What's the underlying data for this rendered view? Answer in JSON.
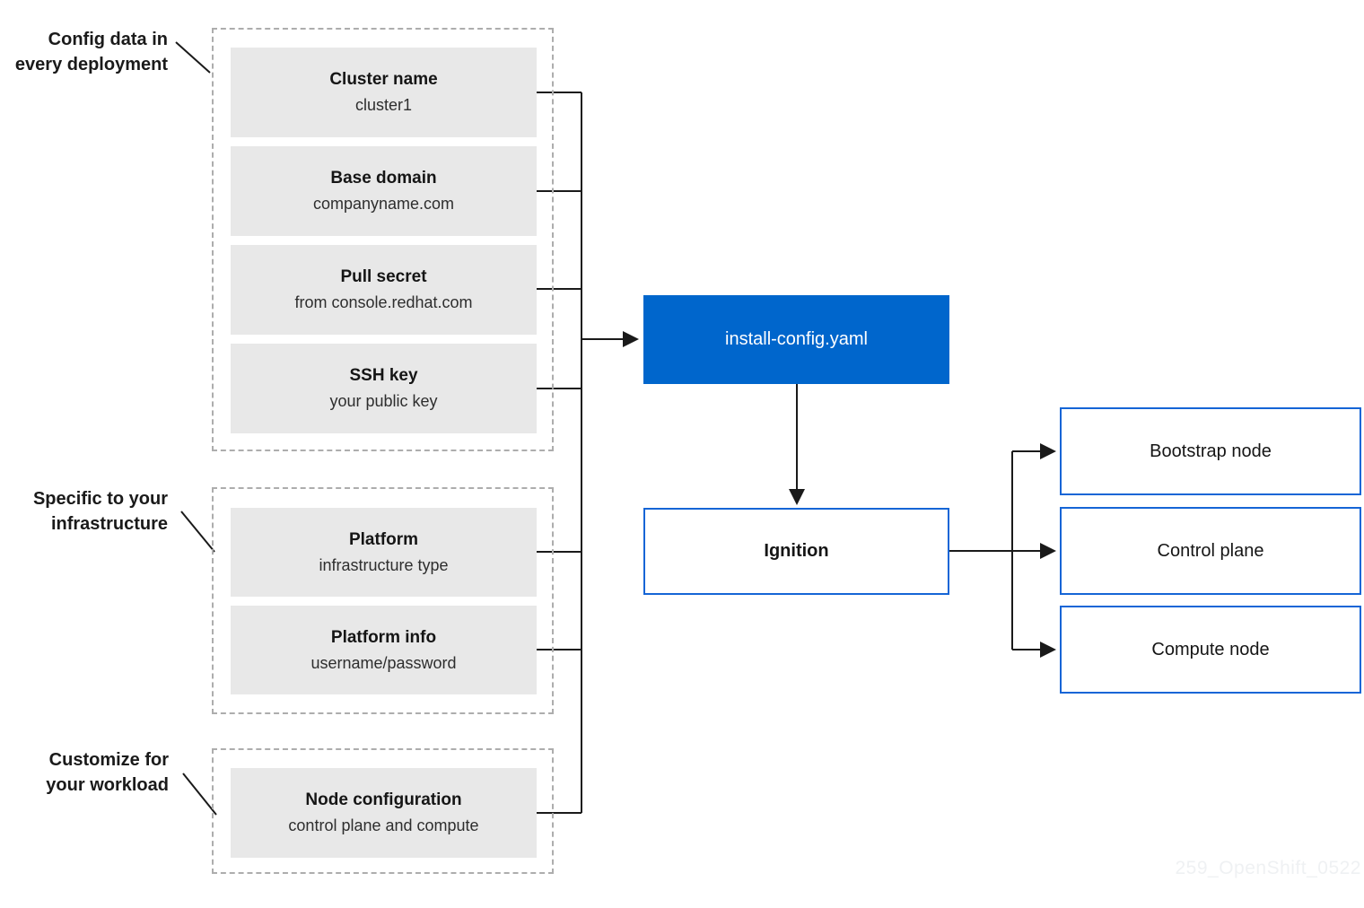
{
  "groups": [
    {
      "label": "Config data in\nevery deployment",
      "boxes": [
        {
          "title": "Cluster name",
          "subtitle": "cluster1"
        },
        {
          "title": "Base domain",
          "subtitle": "companyname.com"
        },
        {
          "title": "Pull secret",
          "subtitle": "from console.redhat.com"
        },
        {
          "title": "SSH key",
          "subtitle": "your public key"
        }
      ]
    },
    {
      "label": "Specific to your\ninfrastructure",
      "boxes": [
        {
          "title": "Platform",
          "subtitle": "infrastructure type"
        },
        {
          "title": "Platform info",
          "subtitle": "username/password"
        }
      ]
    },
    {
      "label": "Customize for\nyour workload",
      "boxes": [
        {
          "title": "Node configuration",
          "subtitle": "control plane and compute"
        }
      ]
    }
  ],
  "flow": {
    "install_config_label": "install-config.yaml",
    "ignition_label": "Ignition"
  },
  "outputs": [
    {
      "label": "Bootstrap node"
    },
    {
      "label": "Control plane"
    },
    {
      "label": "Compute node"
    }
  ],
  "watermark": "259_OpenShift_0522",
  "colors": {
    "accent_blue": "#0066CC",
    "outline_blue": "#1565D6",
    "gray_box_fill": "#E8E8E8",
    "dashed_border_gray": "#ADADAD",
    "line_black": "#1A1A1A",
    "watermark_gray": "#EFF1F3"
  }
}
